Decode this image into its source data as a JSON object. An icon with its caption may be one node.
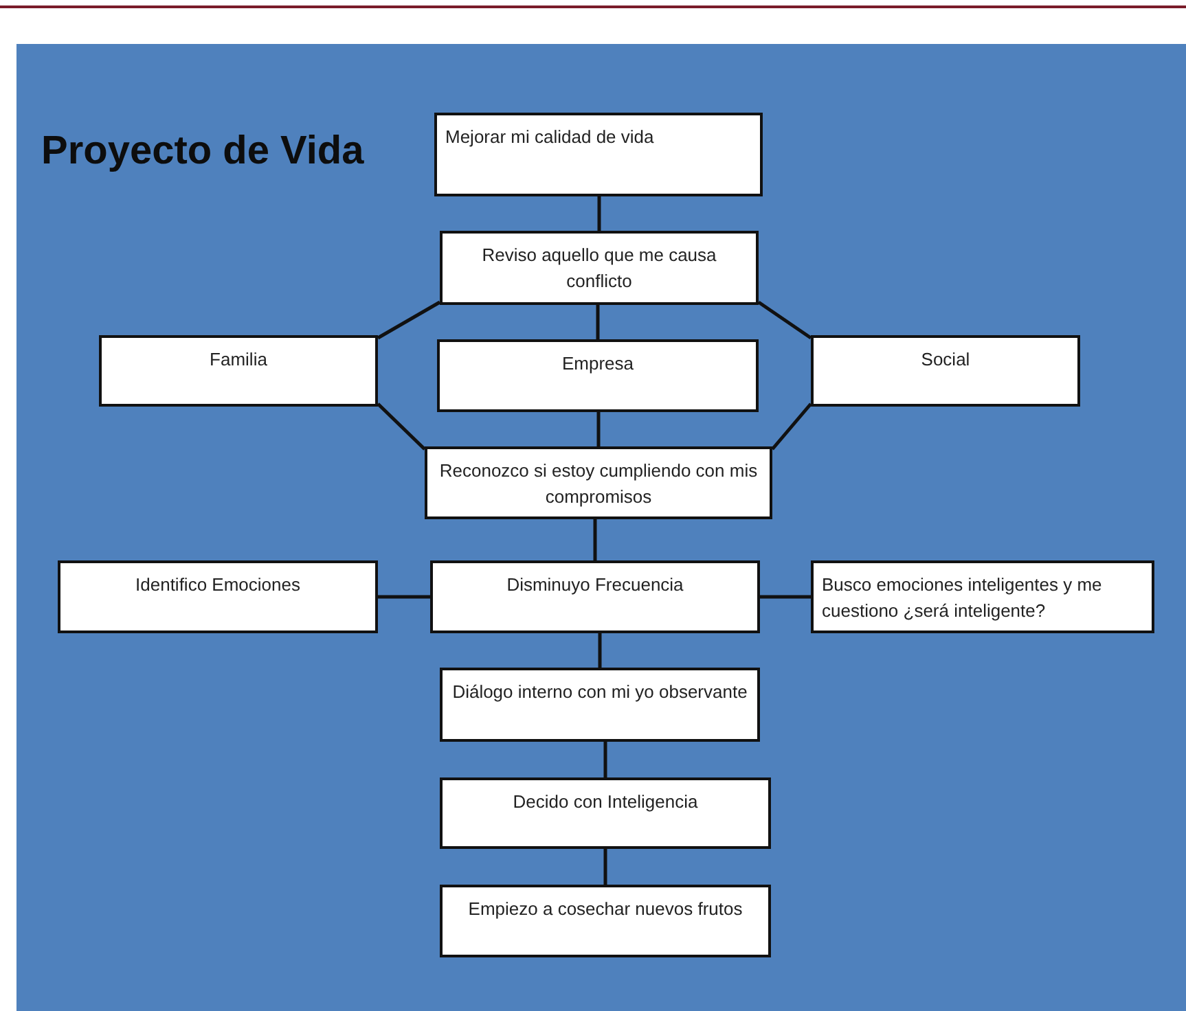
{
  "diagram": {
    "title": "Proyecto de Vida",
    "nodes": [
      {
        "text": [
          "Mejorar mi calidad de vida"
        ]
      },
      {
        "text": [
          "Reviso aquello que me causa conflicto"
        ]
      },
      {
        "text": [
          "Familia"
        ]
      },
      {
        "text": [
          "Empresa"
        ]
      },
      {
        "text": [
          "Social"
        ]
      },
      {
        "text": [
          "Reconozco si estoy cumpliendo con mis compromisos"
        ]
      },
      {
        "text": [
          "Identifico Emociones"
        ]
      },
      {
        "text": [
          "Disminuyo Frecuencia"
        ]
      },
      {
        "text": [
          "Busco emociones inteligentes y me cuestiono ¿será inteligente?"
        ]
      },
      {
        "text": [
          "Diálogo interno con mi yo observante"
        ]
      },
      {
        "text": [
          "Decido con Inteligencia"
        ]
      },
      {
        "text": [
          "Empiezo a cosechar nuevos frutos"
        ]
      }
    ],
    "edges": [
      {
        "from": 0,
        "to": 1,
        "arrow": "none"
      },
      {
        "from": 1,
        "to": 2,
        "arrow": "none"
      },
      {
        "from": 1,
        "to": 3,
        "arrow": "none"
      },
      {
        "from": 1,
        "to": 4,
        "arrow": "none"
      },
      {
        "from": 2,
        "to": 5,
        "arrow": "none"
      },
      {
        "from": 3,
        "to": 5,
        "arrow": "none"
      },
      {
        "from": 4,
        "to": 5,
        "arrow": "none"
      },
      {
        "from": 5,
        "to": 7,
        "arrow": "none"
      },
      {
        "from": 6,
        "to": 7,
        "arrow": "none"
      },
      {
        "from": 7,
        "to": 8,
        "arrow": "none"
      },
      {
        "from": 7,
        "to": 9,
        "arrow": "none"
      },
      {
        "from": 9,
        "to": 10,
        "arrow": "none"
      },
      {
        "from": 10,
        "to": 11,
        "arrow": "none"
      }
    ]
  }
}
